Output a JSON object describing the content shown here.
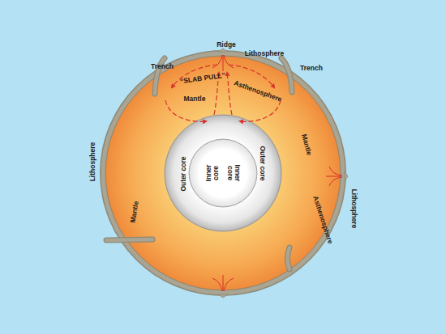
{
  "diagram": {
    "nodes": [
      {
        "text": [
          "Mantle",
          "Mantle",
          "Mantle"
        ]
      },
      {
        "text": [
          "Outer core",
          "Outer core"
        ],
        "in": 0
      },
      {
        "text": [
          "Inner core",
          "Inner core"
        ],
        "in": 1
      }
    ],
    "labels": [
      "Trench",
      "“SLAB PULL”",
      "Ridge",
      "Lithosphere",
      "Trench",
      "Asthenosphere",
      "Lithosphere",
      "Lithosphere",
      "Asthenosphere"
    ]
  }
}
